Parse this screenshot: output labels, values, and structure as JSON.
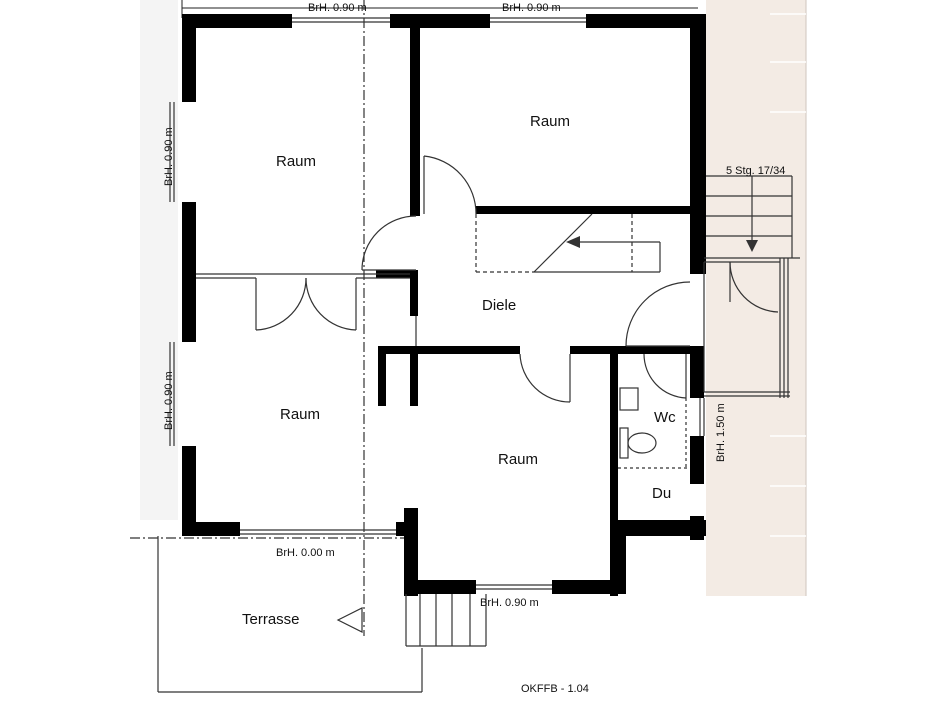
{
  "rooms": {
    "raum_top_left": "Raum",
    "raum_top_right": "Raum",
    "raum_mid_left": "Raum",
    "raum_center": "Raum",
    "diele": "Diele",
    "wc": "Wc",
    "du": "Du",
    "terrasse": "Terrasse"
  },
  "annotations": {
    "brh_top_left": "BrH. 0.90 m",
    "brh_top_right": "BrH. 0.90 m",
    "brh_left_upper": "BrH. 0.90 m",
    "brh_left_lower": "BrH. 0.90 m",
    "brh_terrace": "BrH. 0.00 m",
    "brh_bottom": "BrH. 0.90 m",
    "brh_right": "BrH. 1.50 m",
    "stairs_steps": "5 Stg. 17/34",
    "level": "OKFFB - 1.04"
  },
  "colors": {
    "wall": "#000000",
    "line": "#333333",
    "outside_shading": "#f3ebe4",
    "left_shading": "#f2f2f2"
  }
}
